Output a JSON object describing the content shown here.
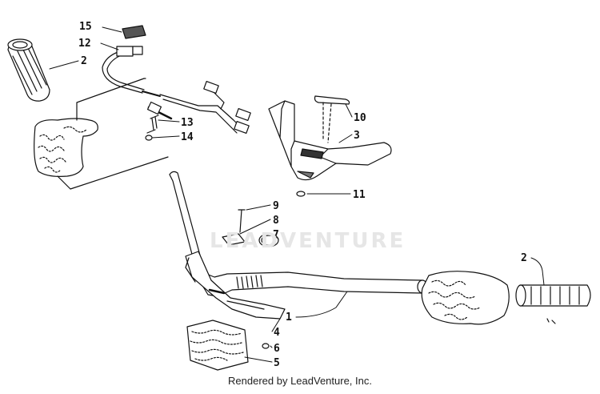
{
  "diagram": {
    "callouts": [
      {
        "id": "c15a",
        "label": "15"
      },
      {
        "id": "c12",
        "label": "12"
      },
      {
        "id": "c2a",
        "label": "2"
      },
      {
        "id": "c13",
        "label": "13"
      },
      {
        "id": "c14",
        "label": "14"
      },
      {
        "id": "c10",
        "label": "10"
      },
      {
        "id": "c3",
        "label": "3"
      },
      {
        "id": "c11",
        "label": "11"
      },
      {
        "id": "c9",
        "label": "9"
      },
      {
        "id": "c8",
        "label": "8"
      },
      {
        "id": "c7",
        "label": "7"
      },
      {
        "id": "c2b",
        "label": "2"
      },
      {
        "id": "c1",
        "label": "1"
      },
      {
        "id": "c4",
        "label": "4"
      },
      {
        "id": "c6",
        "label": "6"
      },
      {
        "id": "c5",
        "label": "5"
      }
    ]
  },
  "watermark": {
    "text": "LEADVENTURE"
  },
  "footer": {
    "text": "Rendered by LeadVenture, Inc."
  },
  "colors": {
    "line": "#111111",
    "paper": "#ffffff",
    "watermark": "#e6e6e6"
  }
}
